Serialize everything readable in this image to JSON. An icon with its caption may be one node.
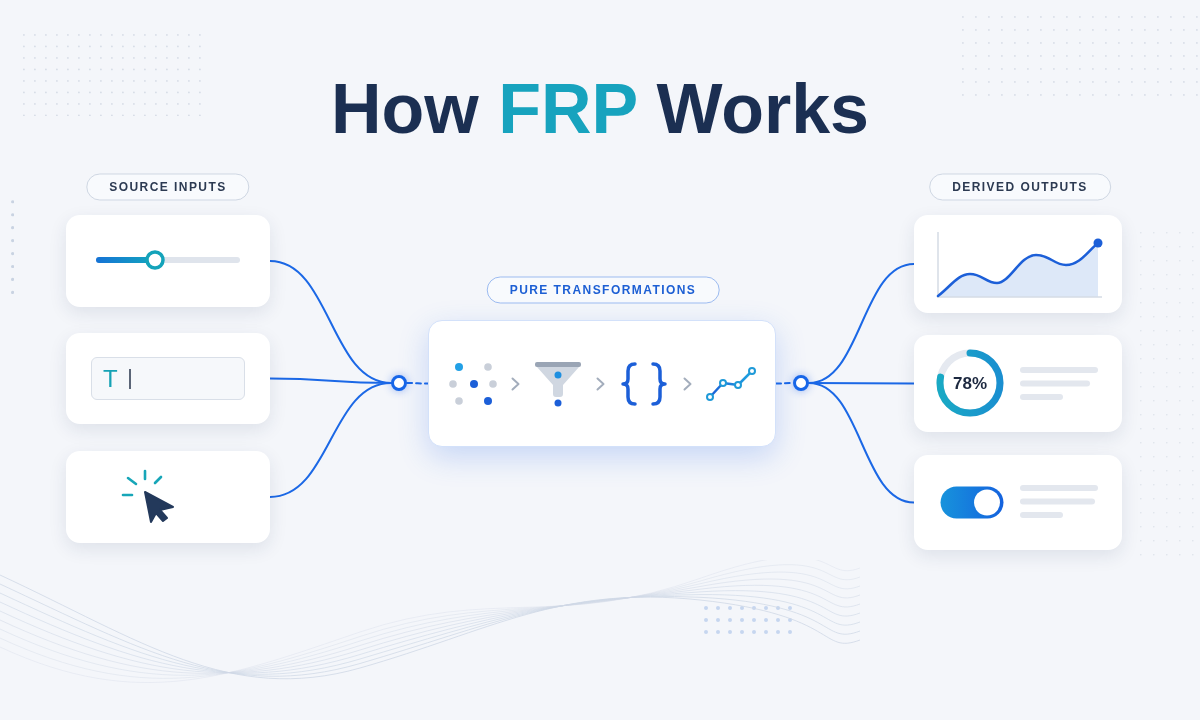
{
  "diagram": {
    "title": "How FRP Works",
    "nodes": [
      {
        "text": [
          "SOURCE INPUTS"
        ]
      },
      {
        "text": [],
        "shape": "box"
      },
      {
        "text": [
          "T"
        ]
      },
      {
        "text": [],
        "shape": "box"
      },
      {
        "text": [],
        "shape": "circle"
      },
      {
        "text": [
          "PURE TRANSFORMATIONS"
        ]
      },
      {
        "text": [],
        "shape": "box"
      },
      {
        "text": [],
        "shape": "circle"
      },
      {
        "text": [
          "DERIVED OUTPUTS"
        ]
      },
      {
        "text": [],
        "shape": "box"
      },
      {
        "text": [
          "78%"
        ]
      },
      {
        "text": [],
        "shape": "box"
      }
    ],
    "edges": [
      {
        "from": 1,
        "to": 4,
        "arrow": "none"
      },
      {
        "from": 2,
        "to": 4,
        "arrow": "none"
      },
      {
        "from": 3,
        "to": 4,
        "arrow": "none"
      },
      {
        "from": 4,
        "to": 6,
        "arrow": "none",
        "style": "dashed"
      },
      {
        "from": 6,
        "to": 7,
        "arrow": "none",
        "style": "dashed"
      },
      {
        "from": 7,
        "to": 9,
        "arrow": "none"
      },
      {
        "from": 7,
        "to": 10,
        "arrow": "none"
      },
      {
        "from": 7,
        "to": 11,
        "arrow": "none"
      }
    ]
  }
}
